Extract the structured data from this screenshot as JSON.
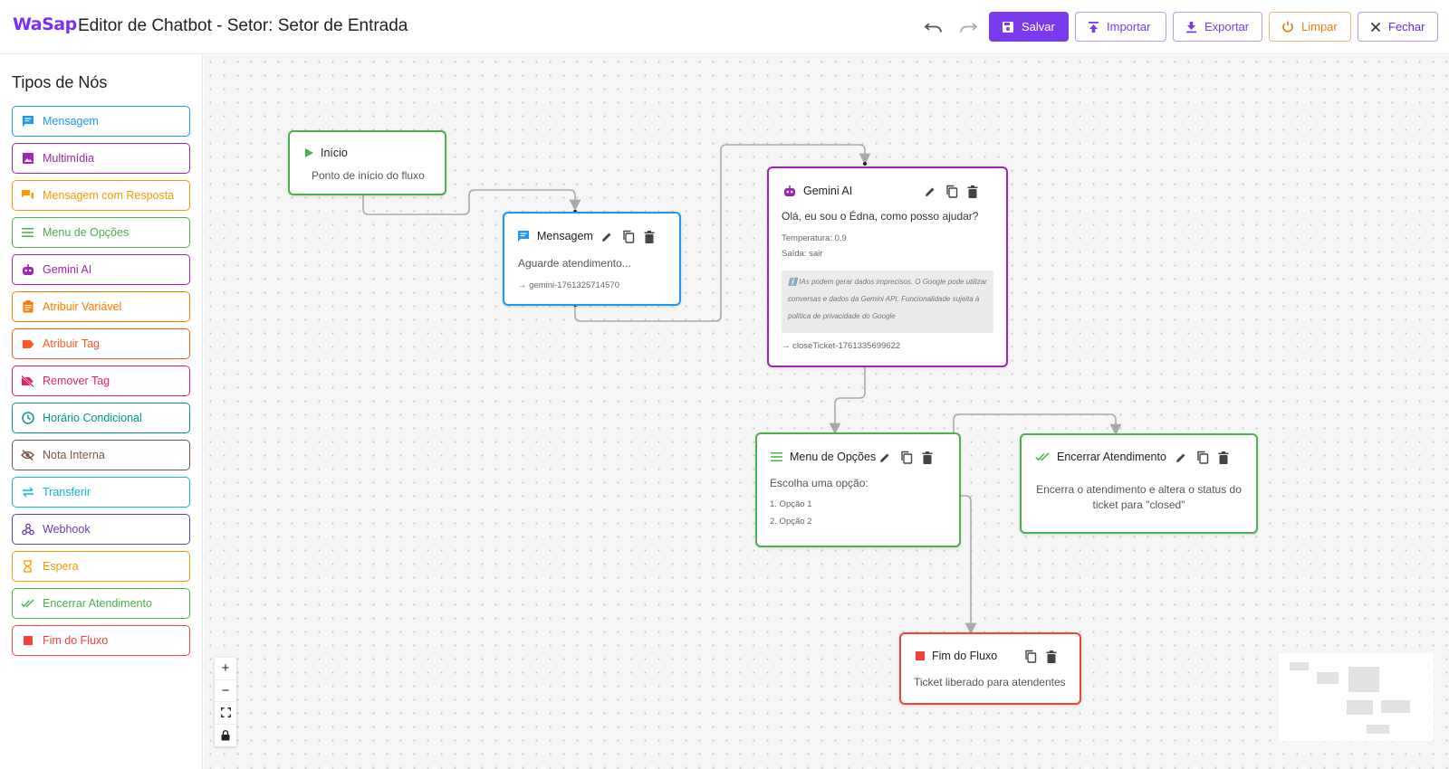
{
  "app": {
    "logo": "WaSap",
    "title": "Editor de Chatbot - Setor: Setor de Entrada"
  },
  "toolbar": {
    "undo_icon": "undo-icon",
    "redo_icon": "redo-icon",
    "save": "Salvar",
    "import": "Importar",
    "export": "Exportar",
    "clear": "Limpar",
    "close": "Fechar"
  },
  "sidebar": {
    "title": "Tipos de Nós",
    "items": [
      {
        "label": "Mensagem",
        "color": "#2196f3",
        "icon": "message-icon"
      },
      {
        "label": "Multimídia",
        "color": "#9c27b0",
        "icon": "image-icon"
      },
      {
        "label": "Mensagem com Resposta",
        "color": "#ff9800",
        "icon": "chat-reply-icon"
      },
      {
        "label": "Menu de Opções",
        "color": "#4caf50",
        "icon": "menu-icon"
      },
      {
        "label": "Gemini AI",
        "color": "#9c27b0",
        "icon": "robot-icon"
      },
      {
        "label": "Atribuir Variável",
        "color": "#ff7a00",
        "icon": "clipboard-icon"
      },
      {
        "label": "Atribuir Tag",
        "color": "#ff5722",
        "icon": "tag-icon"
      },
      {
        "label": "Remover Tag",
        "color": "#e91e63",
        "icon": "tag-off-icon"
      },
      {
        "label": "Horário Condicional",
        "color": "#009688",
        "icon": "clock-icon"
      },
      {
        "label": "Nota Interna",
        "color": "#795548",
        "icon": "eye-off-icon"
      },
      {
        "label": "Transferir",
        "color": "#00bcd4",
        "icon": "transfer-icon"
      },
      {
        "label": "Webhook",
        "color": "#673ab7",
        "icon": "webhook-icon"
      },
      {
        "label": "Espera",
        "color": "#ff9800",
        "icon": "hourglass-icon"
      },
      {
        "label": "Encerrar Atendimento",
        "color": "#4caf50",
        "icon": "double-check-icon"
      },
      {
        "label": "Fim do Fluxo",
        "color": "#f44336",
        "icon": "stop-icon"
      }
    ]
  },
  "nodes": {
    "start": {
      "title": "Início",
      "text": "Ponto de início do fluxo",
      "color": "#4caf50"
    },
    "message": {
      "title": "Mensagem",
      "text": "Aguarde atendimento...",
      "next": "→ gemini-1761325714570",
      "color": "#2196f3"
    },
    "gemini": {
      "title": "Gemini AI",
      "text": "Olá, eu sou o Édna, como posso ajudar?",
      "temperature": "Temperatura: 0.9",
      "exit": "Saída: sair",
      "note": "ℹ️ IAs podem gerar dados imprecisos. O Google pode utilizar conversas e dados da Gemini API. Funcionalidade sujeita à política de privacidade do Google",
      "next": "→ closeTicket-1761335699622",
      "color": "#9c27b0"
    },
    "menu": {
      "title": "Menu de Opções",
      "text": "Escolha uma opção:",
      "options": [
        "1. Opção 1",
        "2. Opção 2"
      ],
      "color": "#4caf50"
    },
    "close_ticket": {
      "title": "Encerrar Atendimento",
      "text": "Encerra o atendimento e altera o status do ticket para \"closed\"",
      "color": "#4caf50"
    },
    "end": {
      "title": "Fim do Fluxo",
      "text": "Ticket liberado para atendentes",
      "color": "#f44336"
    }
  },
  "controls": {
    "zoom_in": "+",
    "zoom_out": "−"
  }
}
